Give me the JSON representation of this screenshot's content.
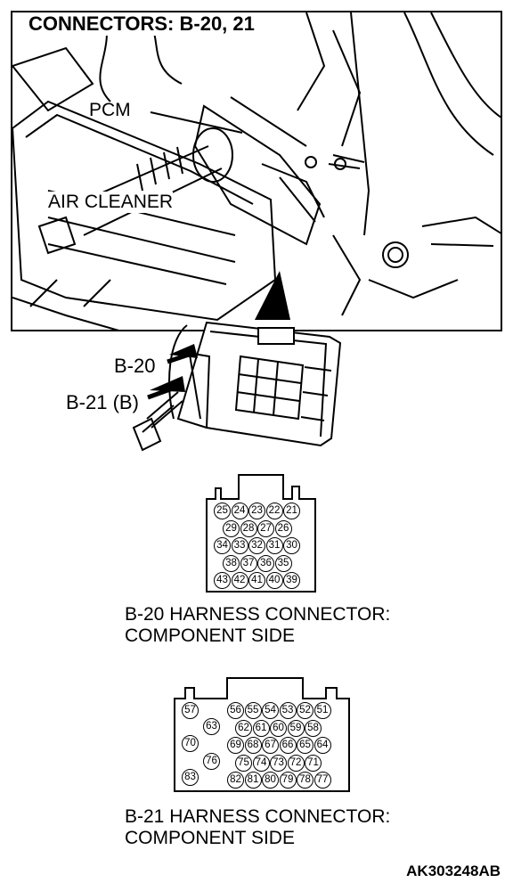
{
  "header": {
    "title": "CONNECTORS: B-20, 21"
  },
  "scene": {
    "pcm_label": "PCM",
    "air_cleaner_label": "AIR CLEANER"
  },
  "connector_callouts": {
    "b20": "B-20",
    "b21": "B-21 (B)"
  },
  "b20": {
    "caption_line1": "B-20 HARNESS CONNECTOR:",
    "caption_line2": "COMPONENT SIDE",
    "rows": [
      [
        "25",
        "24",
        "23",
        "22",
        "21"
      ],
      [
        "29",
        "28",
        "27",
        "26"
      ],
      [
        "34",
        "33",
        "32",
        "31",
        "30"
      ],
      [
        "38",
        "37",
        "36",
        "35"
      ],
      [
        "43",
        "42",
        "41",
        "40",
        "39"
      ]
    ]
  },
  "b21": {
    "caption_line1": "B-21 HARNESS CONNECTOR:",
    "caption_line2": "COMPONENT SIDE",
    "left_pins": [
      "57",
      "63",
      "70",
      "76",
      "83"
    ],
    "rows": [
      [
        "56",
        "55",
        "54",
        "53",
        "52",
        "51"
      ],
      [
        "62",
        "61",
        "60",
        "59",
        "58"
      ],
      [
        "69",
        "68",
        "67",
        "66",
        "65",
        "64"
      ],
      [
        "75",
        "74",
        "73",
        "72",
        "71"
      ],
      [
        "82",
        "81",
        "80",
        "79",
        "78",
        "77"
      ]
    ]
  },
  "figure_code": "AK303248AB"
}
